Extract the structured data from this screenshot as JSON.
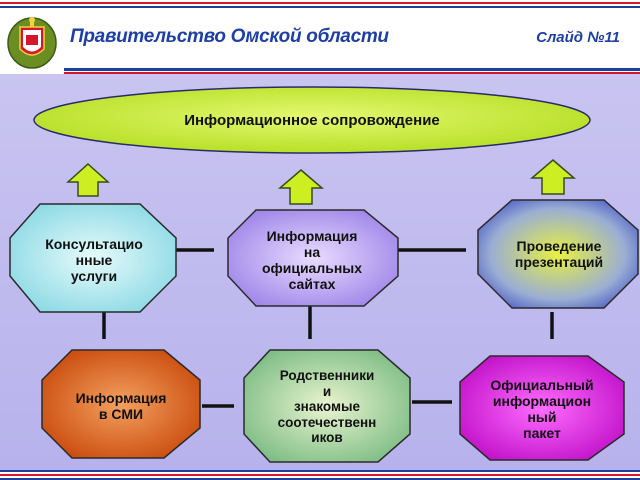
{
  "header": {
    "title": "Правительство Омской области",
    "slide_number": "Слайд №11"
  },
  "diagram": {
    "top_ellipse": "Информационное  сопровождение",
    "nodes": {
      "consult": [
        "Консультацио",
        "нные",
        "услуги"
      ],
      "official_sites": [
        "Информация",
        "на",
        "официальных",
        "сайтах"
      ],
      "presentations": [
        "Проведение",
        "презентаций"
      ],
      "media": [
        "Информация",
        "в СМИ"
      ],
      "relatives": [
        "Родственники",
        "и",
        "знакомые",
        "соотечественн",
        "иков"
      ],
      "package": [
        "Официальный",
        "информацион",
        "ный",
        "пакет"
      ]
    }
  },
  "colors": {
    "ellipse": "#ccee33",
    "consult": "#b6eef0",
    "official_sites": "#c8b4f4",
    "presentations": "#7f9ad6",
    "media": "#e0641e",
    "relatives": "#a8d8a8",
    "package": "#dd22dd",
    "arrow": "#ccee22"
  }
}
